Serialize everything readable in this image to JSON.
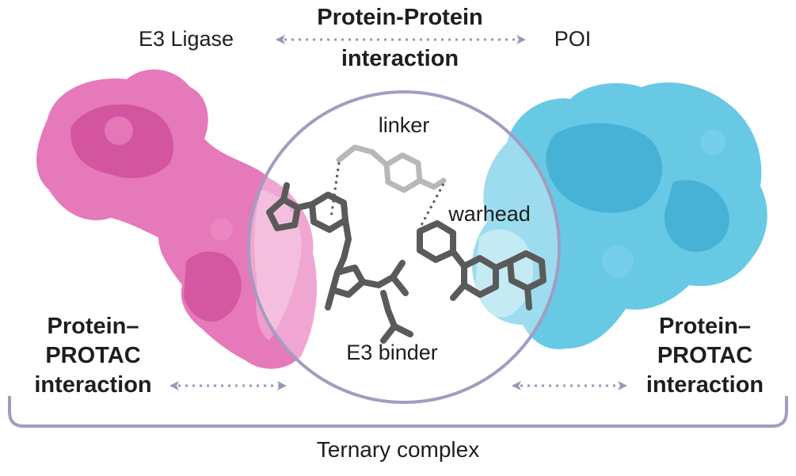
{
  "labels": {
    "e3_ligase": "E3 Ligase",
    "poi": "POI",
    "ppi_line1": "Protein-Protein",
    "ppi_line2": "interaction",
    "linker": "linker",
    "warhead": "warhead",
    "e3_binder": "E3 binder",
    "left_pp_line1": "Protein–",
    "left_pp_line2": "PROTAC",
    "left_pp_line3": "interaction",
    "right_pp_line1": "Protein–",
    "right_pp_line2": "PROTAC",
    "right_pp_line3": "interaction",
    "ternary": "Ternary complex"
  },
  "colors": {
    "e3_protein": "#e262ad",
    "e3_protein_dark": "#c2368a",
    "poi_protein": "#4ec0e0",
    "poi_protein_dark": "#1f97c0",
    "arrow": "#9d95b7",
    "circle": "#a49cbf",
    "molecule": "#5a5a5a",
    "linker": "#b8b8b8",
    "text": "#1e1e1e"
  }
}
